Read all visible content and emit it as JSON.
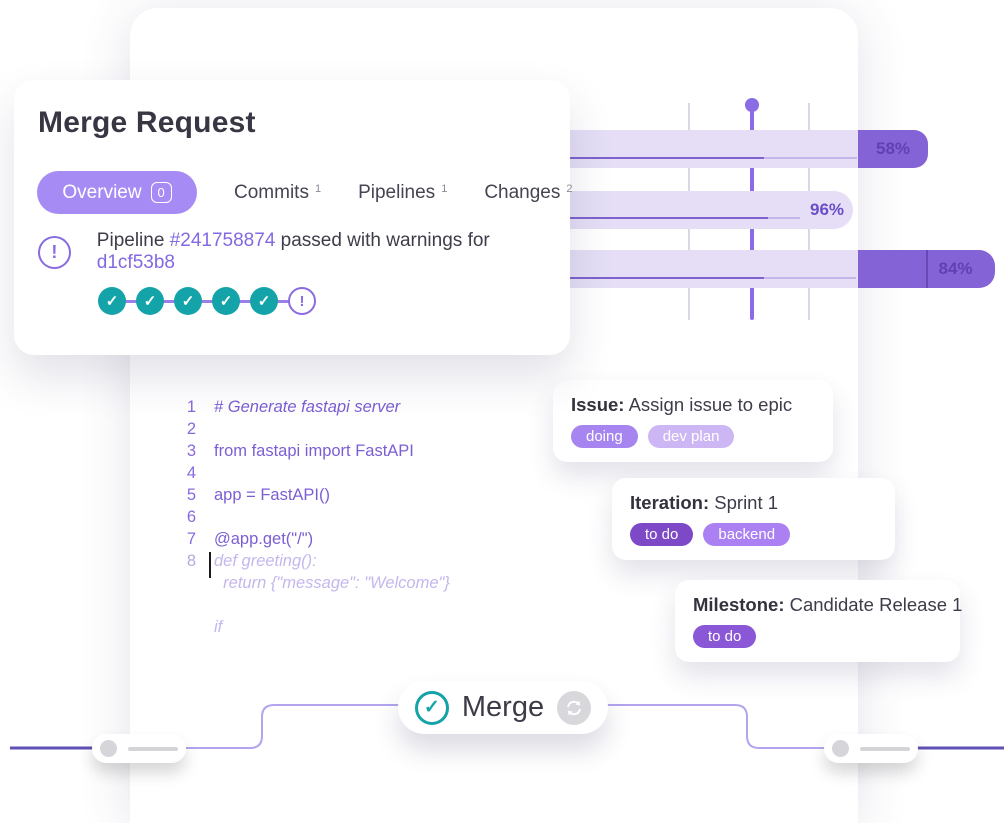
{
  "merge_request_card": {
    "title": "Merge Request",
    "tabs": [
      {
        "label": "Overview",
        "badge": "0"
      },
      {
        "label": "Commits",
        "count": "1"
      },
      {
        "label": "Pipelines",
        "count": "1"
      },
      {
        "label": "Changes",
        "count": "2"
      }
    ],
    "status": {
      "prefix": "Pipeline ",
      "pipeline_id": "#241758874",
      "middle": " passed with warnings for ",
      "commit": "d1cf53b8",
      "warning_glyph": "!"
    },
    "steps": {
      "check_glyph": "✓",
      "warning_glyph": "!",
      "passed_count": 5
    }
  },
  "chart_data": {
    "type": "bar",
    "orientation": "horizontal",
    "series": [
      {
        "name": "bar-1",
        "value": 58,
        "label": "58%"
      },
      {
        "name": "bar-2",
        "value": 96,
        "label": "96%"
      },
      {
        "name": "bar-3",
        "value": 84,
        "label": "84%"
      }
    ],
    "grid": "vertical-lines",
    "marker_line": "vertical purple line with dot"
  },
  "code": {
    "lines": [
      {
        "num": "1",
        "text": "# Generate fastapi server"
      },
      {
        "num": "2",
        "text": ""
      },
      {
        "num": "3",
        "text": "from fastapi import FastAPI"
      },
      {
        "num": "4",
        "text": ""
      },
      {
        "num": "5",
        "text": "app = FastAPI()"
      },
      {
        "num": "6",
        "text": ""
      },
      {
        "num": "7",
        "text": "@app.get(\"/\")"
      },
      {
        "num": "8",
        "text": "def greeting():"
      },
      {
        "num": "",
        "text": "  return {\"message\": \"Welcome\"}"
      },
      {
        "num": "",
        "text": ""
      },
      {
        "num": "",
        "text": "if"
      }
    ]
  },
  "work_items": {
    "issue": {
      "label": "Issue:",
      "title": " Assign issue to epic",
      "pills": [
        {
          "text": "doing",
          "color": "#a685f0"
        },
        {
          "text": "dev plan",
          "color": "#cdb6f4"
        }
      ]
    },
    "iteration": {
      "label": "Iteration:",
      "title": " Sprint 1",
      "pills": [
        {
          "text": "to do",
          "color": "#7d49c6"
        },
        {
          "text": "backend",
          "color": "#aa80f2"
        }
      ]
    },
    "milestone": {
      "label": "Milestone:",
      "title": " Candidate Release 1",
      "pills": [
        {
          "text": "to do",
          "color": "#8a57d6"
        }
      ]
    }
  },
  "merge_action": {
    "label": "Merge",
    "check_glyph": "✓"
  },
  "colors": {
    "accent_purple": "#8a6ce4",
    "tab_pill": "#a78bf5",
    "bar_light": "#e5def6",
    "bar_dark": "#8463d6",
    "teal": "#14a3a8",
    "ghost_code": "#c5b7ee",
    "code": "#7c5ed3",
    "connector_light": "#b4a4ef",
    "connector_dark": "#5f51b5"
  }
}
